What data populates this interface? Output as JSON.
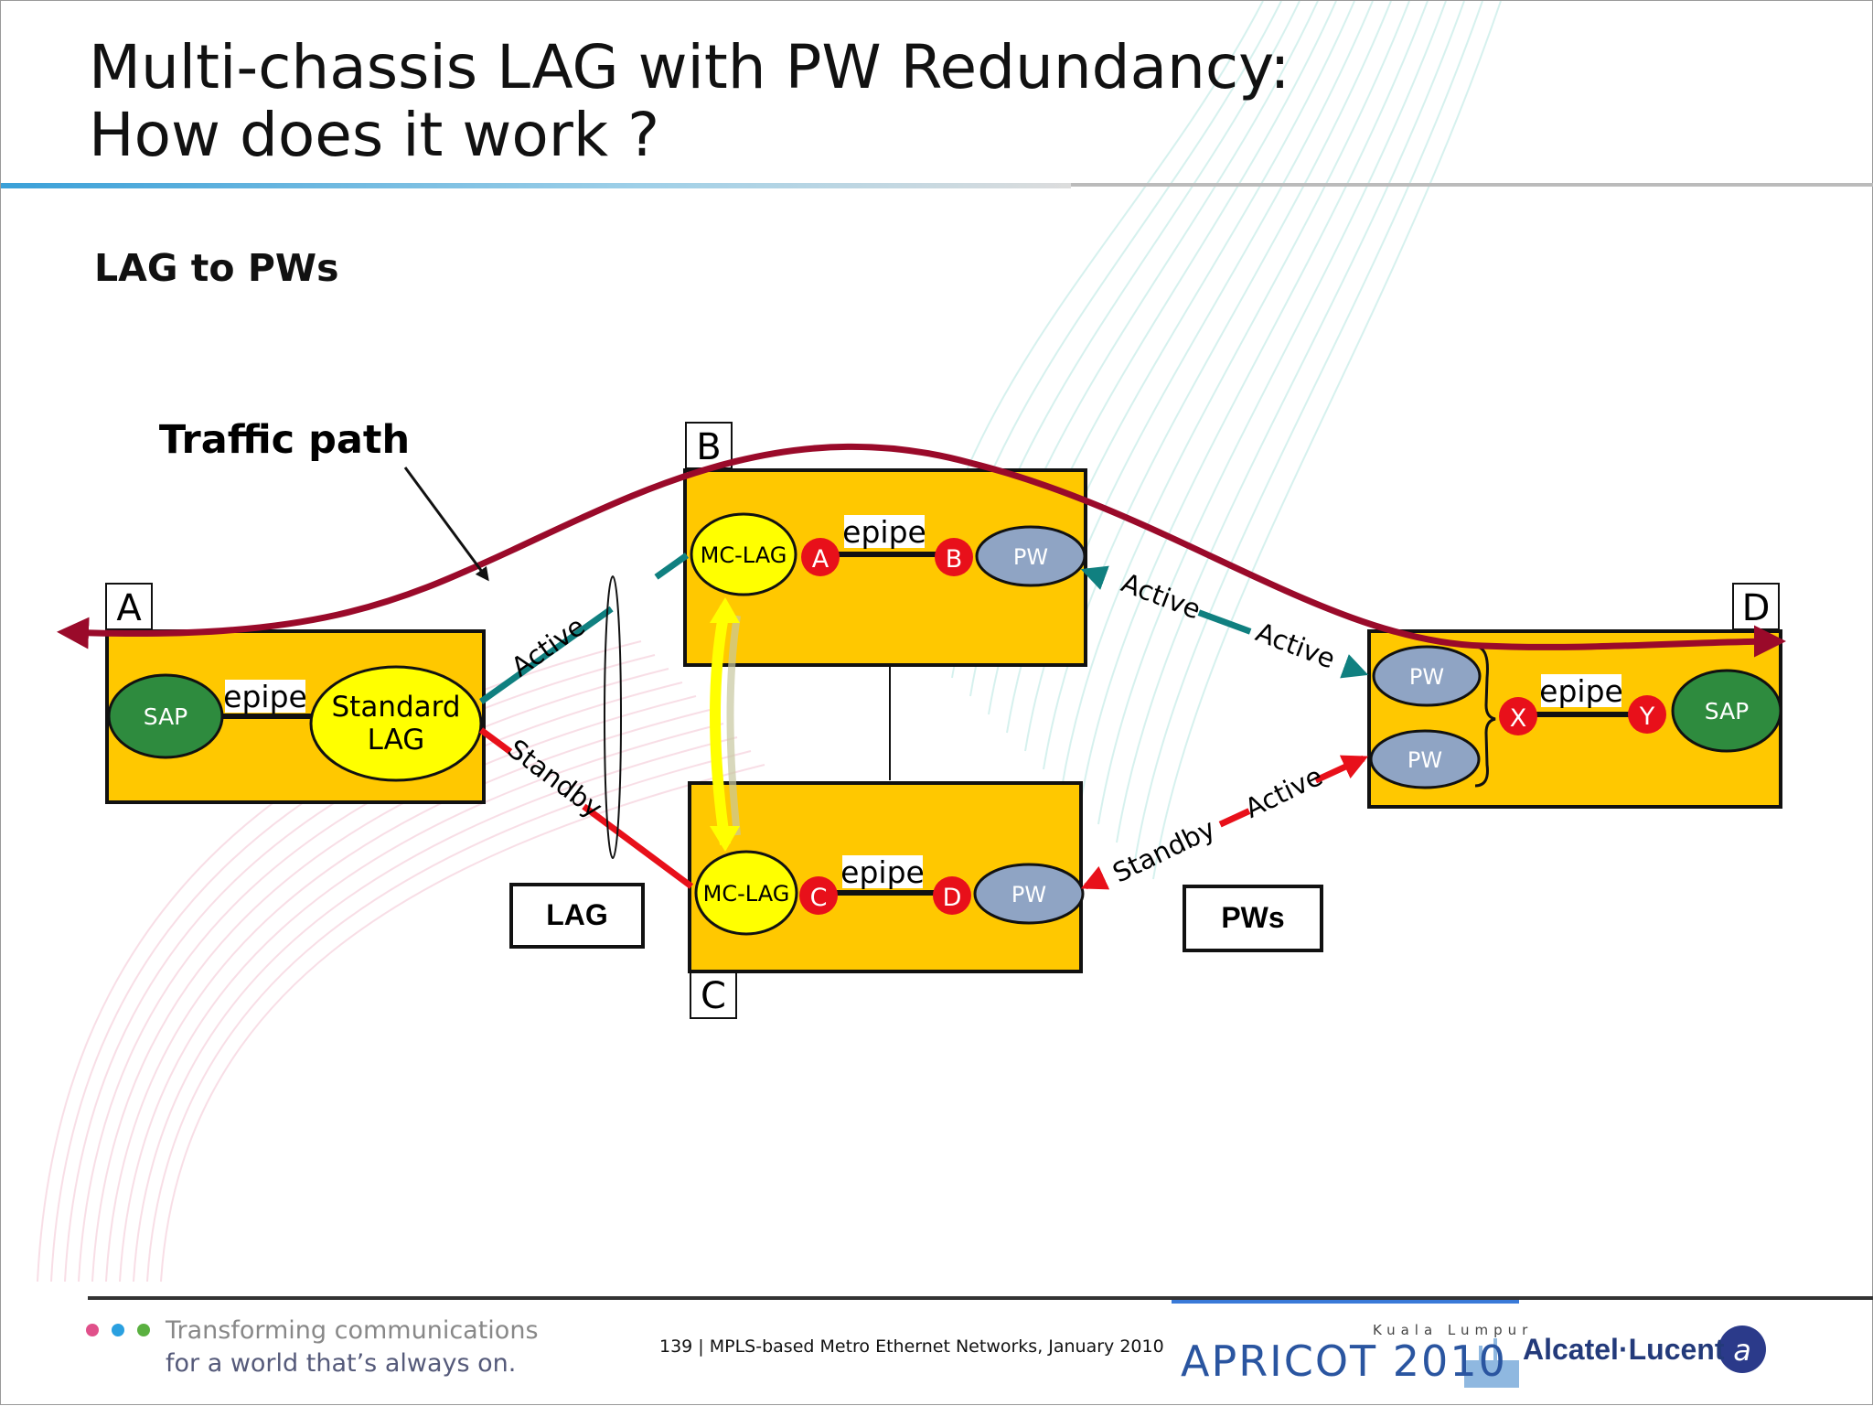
{
  "slide": {
    "title_line1": "Multi-chassis LAG with PW Redundancy:",
    "title_line2": "How does it work ?",
    "subtitle": "LAG to PWs"
  },
  "diagram": {
    "traffic_path_label": "Traffic path",
    "nodes": {
      "a": "A",
      "b": "B",
      "c": "C",
      "d": "D"
    },
    "node_a": {
      "sap": "SAP",
      "service": "epipe",
      "lag_line1": "Standard",
      "lag_line2": "LAG"
    },
    "node_b": {
      "mclag": "MC-LAG",
      "endpoint_left": "A",
      "service": "epipe",
      "endpoint_right": "B",
      "pw": "PW"
    },
    "node_c": {
      "mclag": "MC-LAG",
      "endpoint_left": "C",
      "service": "epipe",
      "endpoint_right": "D",
      "pw": "PW"
    },
    "node_d": {
      "pw_top": "PW",
      "pw_bottom": "PW",
      "endpoint_left": "X",
      "service": "epipe",
      "endpoint_right": "Y",
      "sap": "SAP"
    },
    "links": {
      "a_to_b": "Active",
      "a_to_c": "Standby",
      "b_pw_near": "Active",
      "b_pw_far": "Active",
      "c_pw_near": "Standby",
      "c_pw_far": "Active"
    },
    "box_lag": "LAG",
    "box_pws": "PWs",
    "colors": {
      "node_fill": "#ffc800",
      "lag_fill": "#ffff00",
      "sap_fill": "#2e8b3e",
      "pw_fill": "#8fa4c4",
      "endpoint_fill": "#e8101a",
      "active_link": "#108080",
      "standby_link": "#e8101a",
      "traffic_path": "#9a0a2a"
    }
  },
  "footer": {
    "tagline_line1": "Transforming communications",
    "tagline_line2": "for a world that’s always on.",
    "page_info": "139 | MPLS-based Metro Ethernet Networks, January 2010",
    "event": "APRICOT 2010",
    "event_location": "Kuala Lumpur",
    "company": "Alcatel·Lucent"
  }
}
